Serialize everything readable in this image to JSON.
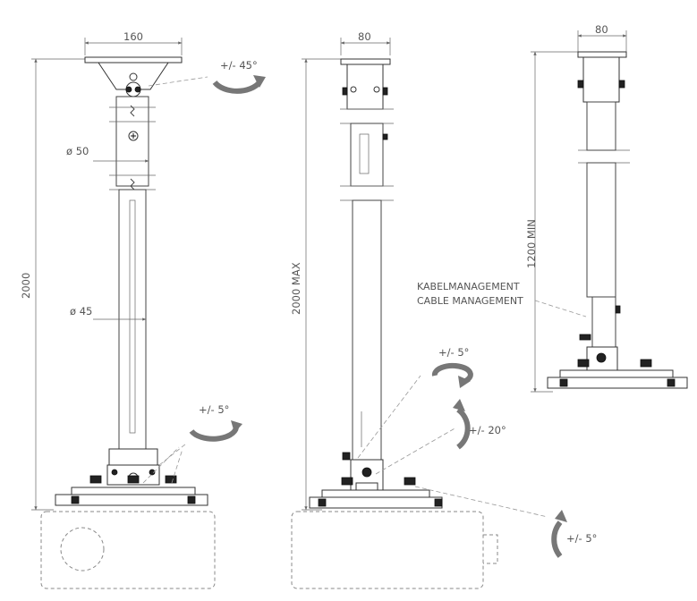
{
  "front": {
    "width_top": "160",
    "height_total": "2000",
    "diameter_outer": "ø 50",
    "diameter_inner": "ø 45",
    "rot_top": "+/- 45°",
    "rot_bottom": "+/- 5°"
  },
  "side": {
    "width_top": "80",
    "height_max": "2000 MAX",
    "rot_spin": "+/- 5°",
    "tilt": "+/- 20°",
    "tilt_low": "+/- 5°"
  },
  "short": {
    "width_top": "80",
    "height_min": "1200 MIN",
    "cable_label_1": "KABELMANAGEMENT",
    "cable_label_2": "CABLE MANAGEMENT"
  }
}
